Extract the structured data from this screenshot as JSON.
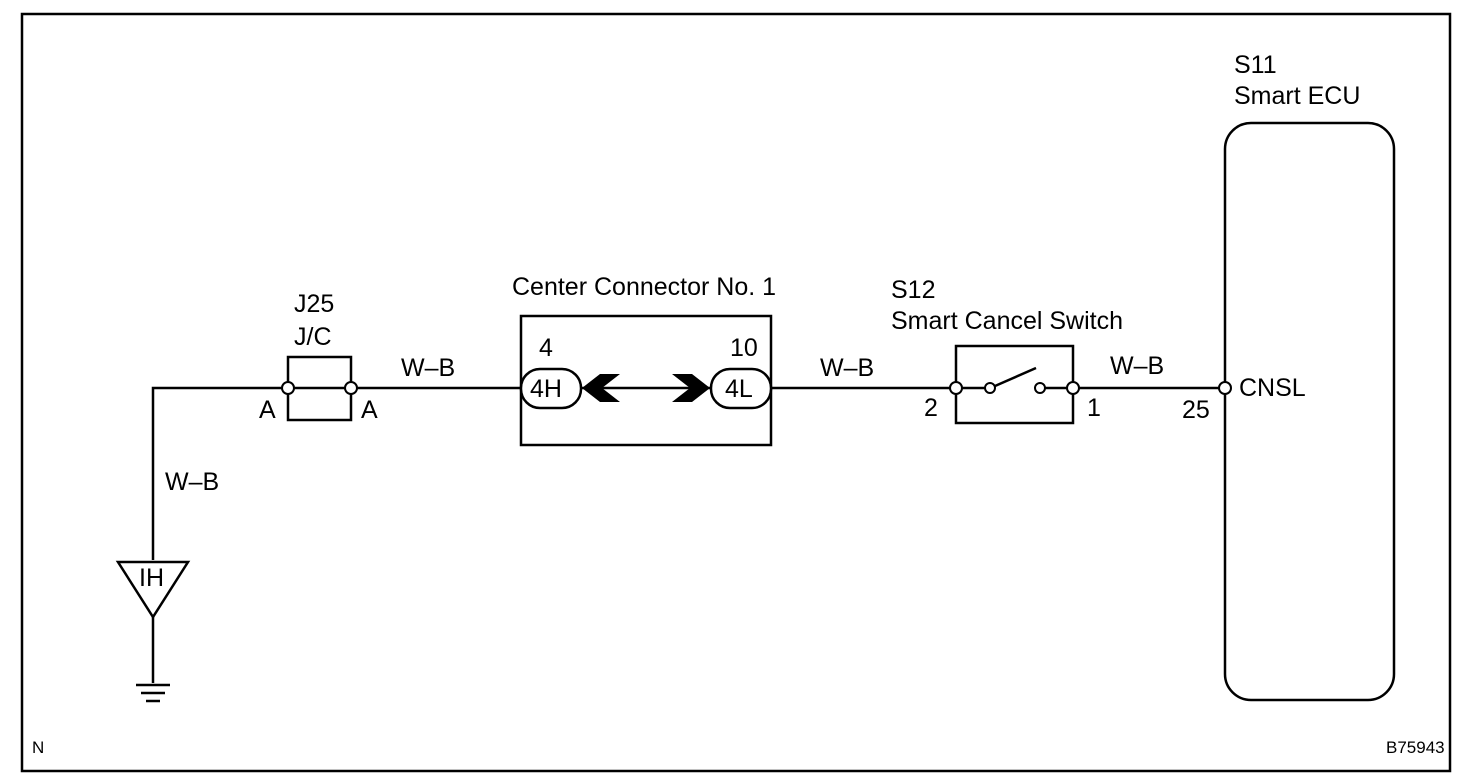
{
  "ground_point": {
    "code": "IH"
  },
  "junction": {
    "id": "J25",
    "name": "J/C",
    "terminal_left": "A",
    "terminal_right": "A"
  },
  "center_connector": {
    "name": "Center Connector No. 1",
    "left_pin_number": "4",
    "left_connector": "4H",
    "right_pin_number": "10",
    "right_connector": "4L"
  },
  "switch": {
    "id": "S12",
    "name": "Smart Cancel Switch",
    "terminal_left": "2",
    "terminal_right": "1"
  },
  "ecu": {
    "id": "S11",
    "name": "Smart ECU",
    "terminal_name": "CNSL",
    "terminal_number": "25"
  },
  "wires": {
    "ground_wire": "W–B",
    "jc_to_connector": "W–B",
    "connector_to_switch": "W–B",
    "switch_to_ecu": "W–B"
  },
  "footer": {
    "corner_label": "N",
    "figure_id": "B75943"
  }
}
